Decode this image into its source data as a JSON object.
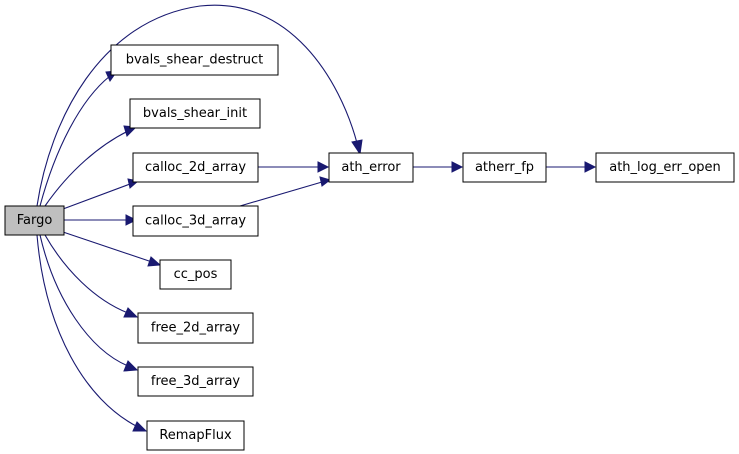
{
  "graph": {
    "nodes": {
      "fargo": "Fargo",
      "bvals_shear_destruct": "bvals_shear_destruct",
      "bvals_shear_init": "bvals_shear_init",
      "calloc_2d_array": "calloc_2d_array",
      "calloc_3d_array": "calloc_3d_array",
      "cc_pos": "cc_pos",
      "free_2d_array": "free_2d_array",
      "free_3d_array": "free_3d_array",
      "remapflux": "RemapFlux",
      "ath_error": "ath_error",
      "atherr_fp": "atherr_fp",
      "ath_log_err_open": "ath_log_err_open"
    },
    "edges": [
      {
        "from": "Fargo",
        "to": "ath_error"
      },
      {
        "from": "Fargo",
        "to": "bvals_shear_destruct"
      },
      {
        "from": "Fargo",
        "to": "bvals_shear_init"
      },
      {
        "from": "Fargo",
        "to": "calloc_2d_array"
      },
      {
        "from": "Fargo",
        "to": "calloc_3d_array"
      },
      {
        "from": "Fargo",
        "to": "cc_pos"
      },
      {
        "from": "Fargo",
        "to": "free_2d_array"
      },
      {
        "from": "Fargo",
        "to": "free_3d_array"
      },
      {
        "from": "Fargo",
        "to": "RemapFlux"
      },
      {
        "from": "calloc_2d_array",
        "to": "ath_error"
      },
      {
        "from": "calloc_3d_array",
        "to": "ath_error"
      },
      {
        "from": "ath_error",
        "to": "atherr_fp"
      },
      {
        "from": "atherr_fp",
        "to": "ath_log_err_open"
      }
    ],
    "colors": {
      "edge": "#191970",
      "root_fill": "#bfbfbf",
      "node_fill": "#ffffff",
      "border": "#000000"
    }
  }
}
